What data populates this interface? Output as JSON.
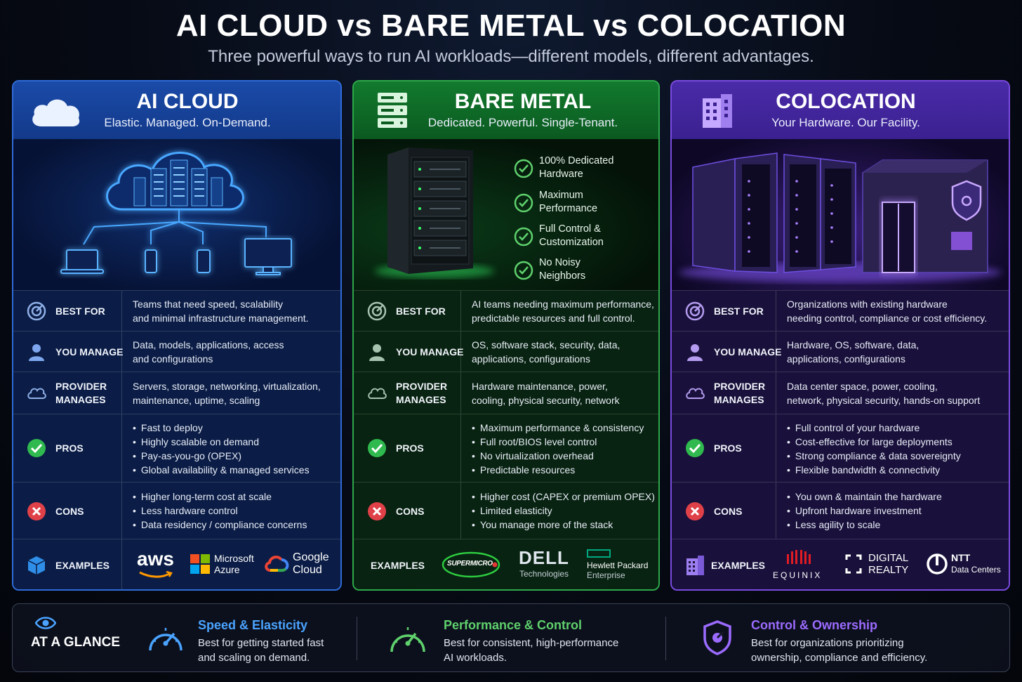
{
  "title": "AI CLOUD vs BARE METAL vs COLOCATION",
  "subtitle": "Three powerful ways to run AI workloads—different models, different advantages.",
  "colors": {
    "cloud": "#2f6bd8",
    "metal": "#2ea84a",
    "colo": "#7a4ae0"
  },
  "cloud": {
    "title": "AI CLOUD",
    "tagline": "Elastic. Managed. On-Demand.",
    "icon": "cloud-icon",
    "best_for": {
      "label": "BEST FOR",
      "lines": [
        "Teams that need speed, scalability",
        "and minimal infrastructure management."
      ]
    },
    "you_manage": {
      "label": "YOU MANAGE",
      "lines": [
        "Data, models, applications, access",
        "and configurations"
      ]
    },
    "provider_manages": {
      "label1": "PROVIDER",
      "label2": "MANAGES",
      "lines": [
        "Servers, storage, networking, virtualization,",
        "maintenance, uptime, scaling"
      ]
    },
    "pros": {
      "label": "PROS",
      "items": [
        "Fast to deploy",
        "Highly scalable on demand",
        "Pay-as-you-go (OPEX)",
        "Global availability & managed services"
      ]
    },
    "cons": {
      "label": "CONS",
      "items": [
        "Higher long-term cost at scale",
        "Less hardware control",
        "Data residency / compliance concerns"
      ]
    },
    "examples": {
      "label": "EXAMPLES",
      "aws": "aws",
      "azure1": "Microsoft",
      "azure2": "Azure",
      "google1": "Google",
      "google2": "Cloud"
    }
  },
  "metal": {
    "title": "BARE METAL",
    "tagline": "Dedicated. Powerful. Single-Tenant.",
    "icon": "server-stack-icon",
    "features": [
      [
        "100% Dedicated",
        "Hardware"
      ],
      [
        "Maximum",
        "Performance"
      ],
      [
        "Full Control &",
        "Customization"
      ],
      [
        "No Noisy",
        "Neighbors"
      ]
    ],
    "best_for": {
      "label": "BEST FOR",
      "lines": [
        "AI teams needing maximum performance,",
        "predictable resources and full control."
      ]
    },
    "you_manage": {
      "label": "YOU MANAGE",
      "lines": [
        "OS, software stack, security, data,",
        "applications, configurations"
      ]
    },
    "provider_manages": {
      "label1": "PROVIDER",
      "label2": "MANAGES",
      "lines": [
        "Hardware maintenance, power,",
        "cooling, physical security, network"
      ]
    },
    "pros": {
      "label": "PROS",
      "items": [
        "Maximum performance & consistency",
        "Full root/BIOS level control",
        "No virtualization overhead",
        "Predictable resources"
      ]
    },
    "cons": {
      "label": "CONS",
      "items": [
        "Higher cost (CAPEX or premium OPEX)",
        "Limited elasticity",
        "You manage more of the stack"
      ]
    },
    "examples": {
      "label": "EXAMPLES",
      "supermicro": "SUPERMICRO",
      "dell1": "DELL",
      "dell2": "Technologies",
      "hpe1": "Hewlett Packard",
      "hpe2": "Enterprise"
    }
  },
  "colo": {
    "title": "COLOCATION",
    "tagline": "Your Hardware. Our Facility.",
    "icon": "building-icon",
    "best_for": {
      "label": "BEST FOR",
      "lines": [
        "Organizations with existing hardware",
        "needing control, compliance or cost efficiency."
      ]
    },
    "you_manage": {
      "label": "YOU MANAGE",
      "lines": [
        "Hardware, OS, software, data,",
        "applications, configurations"
      ]
    },
    "provider_manages": {
      "label1": "PROVIDER",
      "label2": "MANAGES",
      "lines": [
        "Data center space, power, cooling,",
        "network, physical security, hands-on support"
      ]
    },
    "pros": {
      "label": "PROS",
      "items": [
        "Full control of your hardware",
        "Cost-effective for large deployments",
        "Strong compliance & data sovereignty",
        "Flexible bandwidth & connectivity"
      ]
    },
    "cons": {
      "label": "CONS",
      "items": [
        "You own & maintain the hardware",
        "Upfront hardware investment",
        "Less agility to scale"
      ]
    },
    "examples": {
      "label": "EXAMPLES",
      "equinix": "EQUINIX",
      "digital1": "DIGITAL",
      "digital2": "REALTY",
      "ntt1": "NTT",
      "ntt2": "Data Centers"
    }
  },
  "glance": {
    "label": "AT A GLANCE",
    "items": [
      {
        "title": "Speed & Elasticity",
        "lines": [
          "Best for getting started fast",
          "and scaling on demand."
        ],
        "color": "#4aa3ff"
      },
      {
        "title": "Performance & Control",
        "lines": [
          "Best for consistent, high-performance",
          "AI workloads."
        ],
        "color": "#5fd16d"
      },
      {
        "title": "Control & Ownership",
        "lines": [
          "Best for organizations prioritizing",
          "ownership, compliance and efficiency."
        ],
        "color": "#9b6bff"
      }
    ]
  }
}
